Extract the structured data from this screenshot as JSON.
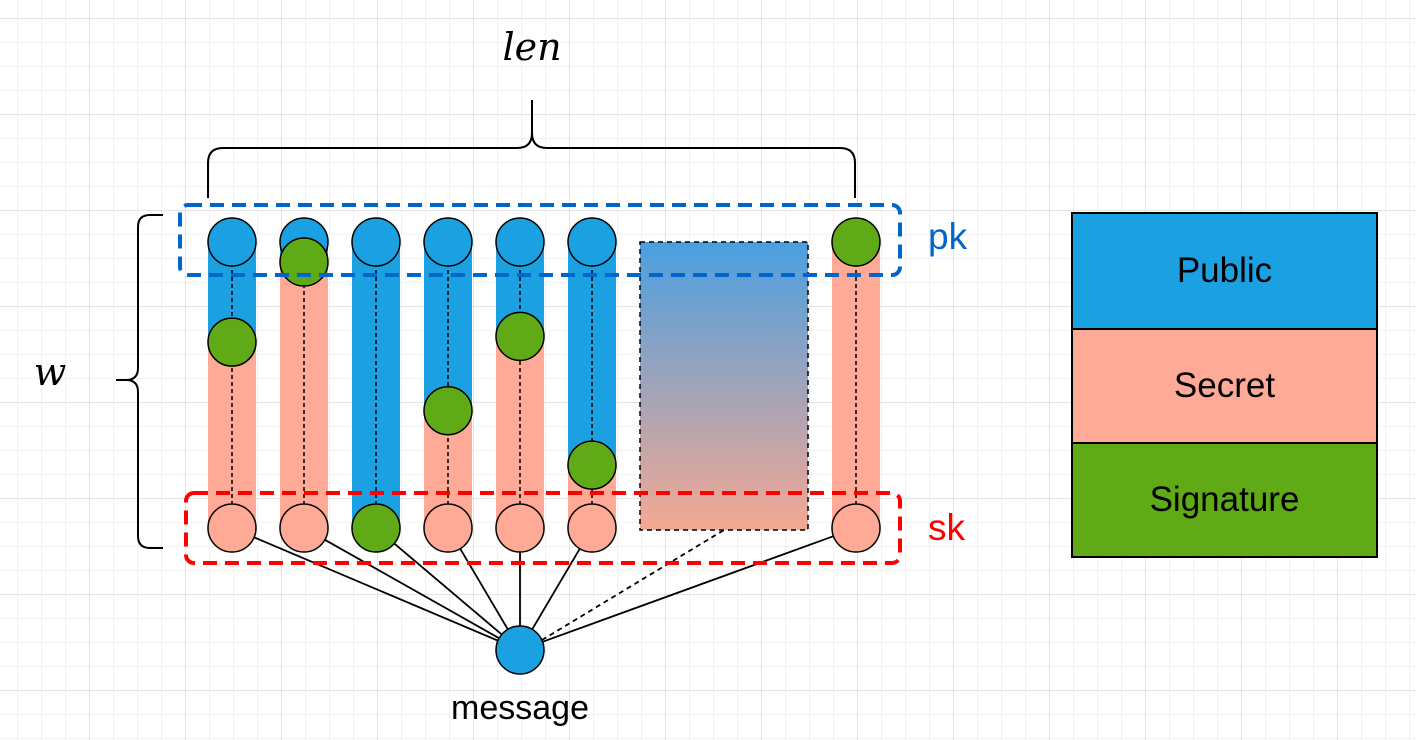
{
  "labels": {
    "len": "len",
    "w": "w",
    "pk": "pk",
    "sk": "sk",
    "message": "message"
  },
  "legend": [
    {
      "label": "Public",
      "color": "#1ba1e2"
    },
    {
      "label": "Secret",
      "color": "#ffaa96"
    },
    {
      "label": "Signature",
      "color": "#60a917"
    }
  ],
  "colors": {
    "public": "#1ba1e2",
    "secret": "#ffaa96",
    "signature": "#60a917",
    "pk_box": "#0066cc",
    "sk_box": "#ff0000",
    "pk_text": "#0066cc",
    "sk_text": "#ff0000"
  },
  "chains": [
    {
      "signature_level": 0.35
    },
    {
      "signature_level": 0.07
    },
    {
      "signature_level": 1.0
    },
    {
      "signature_level": 0.59
    },
    {
      "signature_level": 0.33
    },
    {
      "signature_level": 0.78
    },
    {
      "signature_level": 0.0
    }
  ]
}
